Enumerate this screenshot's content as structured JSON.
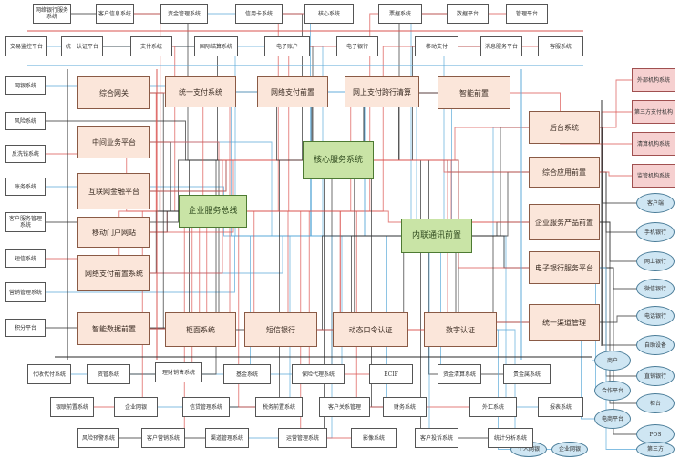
{
  "diagram": {
    "legend_colors": {
      "wire_black": "#2b2b2b",
      "wire_red": "#d9534f",
      "wire_blue": "#5aa8d8",
      "core_fill": "#fbe6da",
      "hub_fill": "#c9e4a6",
      "pink_fill": "#f6d0d0",
      "oval_fill": "#cfe6f3"
    },
    "nodes": [
      {
        "id": "t1",
        "kind": "ext",
        "label": "网络银行服务系统"
      },
      {
        "id": "t2",
        "kind": "ext",
        "label": "客户信息系统"
      },
      {
        "id": "t3",
        "kind": "ext",
        "label": "资金管理系统"
      },
      {
        "id": "t4",
        "kind": "ext",
        "label": "信用卡系统"
      },
      {
        "id": "t5",
        "kind": "ext",
        "label": "核心系统"
      },
      {
        "id": "t6",
        "kind": "ext",
        "label": "票据系统"
      },
      {
        "id": "t7",
        "kind": "ext",
        "label": "数据平台"
      },
      {
        "id": "t8",
        "kind": "ext",
        "label": "管理平台"
      },
      {
        "id": "s1",
        "kind": "ext",
        "label": "交易监控平台"
      },
      {
        "id": "s2",
        "kind": "ext",
        "label": "统一认证平台"
      },
      {
        "id": "s3",
        "kind": "ext",
        "label": "支付系统"
      },
      {
        "id": "s4",
        "kind": "ext",
        "label": "国际结算系统"
      },
      {
        "id": "s5",
        "kind": "ext",
        "label": "电子账户"
      },
      {
        "id": "s6",
        "kind": "ext",
        "label": "电子银行"
      },
      {
        "id": "s7",
        "kind": "ext",
        "label": "移动支付"
      },
      {
        "id": "s8",
        "kind": "ext",
        "label": "消息服务平台"
      },
      {
        "id": "s9",
        "kind": "ext",
        "label": "客服系统"
      },
      {
        "id": "l1",
        "kind": "ext",
        "label": "网银系统"
      },
      {
        "id": "l2",
        "kind": "ext",
        "label": "风险系统"
      },
      {
        "id": "l3",
        "kind": "ext",
        "label": "反洗钱系统"
      },
      {
        "id": "l4",
        "kind": "ext",
        "label": "账务系统"
      },
      {
        "id": "l5",
        "kind": "ext",
        "label": "客户服务管理系统"
      },
      {
        "id": "l6",
        "kind": "ext",
        "label": "短信系统"
      },
      {
        "id": "l7",
        "kind": "ext",
        "label": "营销管理系统"
      },
      {
        "id": "l8",
        "kind": "ext",
        "label": "积分平台"
      },
      {
        "id": "c1",
        "kind": "core",
        "label": "综合网关"
      },
      {
        "id": "c2",
        "kind": "core",
        "label": "中间业务平台"
      },
      {
        "id": "c3",
        "kind": "core",
        "label": "互联网金融平台"
      },
      {
        "id": "c4",
        "kind": "core",
        "label": "移动门户网站"
      },
      {
        "id": "c5",
        "kind": "core",
        "label": "网络支付前置系统"
      },
      {
        "id": "c6",
        "kind": "core",
        "label": "智能数据前置"
      },
      {
        "id": "m1",
        "kind": "core",
        "label": "统一支付系统"
      },
      {
        "id": "m2",
        "kind": "core",
        "label": "网络支付前置"
      },
      {
        "id": "m3",
        "kind": "core",
        "label": "网上支付跨行清算"
      },
      {
        "id": "m4",
        "kind": "core",
        "label": "智能前置"
      },
      {
        "id": "h1",
        "kind": "hub",
        "label": "核心服务系统"
      },
      {
        "id": "h2",
        "kind": "hub",
        "label": "企业服务总线"
      },
      {
        "id": "h3",
        "kind": "hub",
        "label": "内联通讯前置"
      },
      {
        "id": "r1",
        "kind": "core",
        "label": "后台系统"
      },
      {
        "id": "r2",
        "kind": "core",
        "label": "综合应用前置"
      },
      {
        "id": "r3",
        "kind": "core",
        "label": "企业服务产品前置"
      },
      {
        "id": "r4",
        "kind": "core",
        "label": "电子银行服务平台"
      },
      {
        "id": "r5",
        "kind": "core",
        "label": "统一渠道管理"
      },
      {
        "id": "b1",
        "kind": "core",
        "label": "柜面系统"
      },
      {
        "id": "b2",
        "kind": "core",
        "label": "短信银行"
      },
      {
        "id": "b3",
        "kind": "core",
        "label": "动态口令认证"
      },
      {
        "id": "b4",
        "kind": "core",
        "label": "数字认证"
      },
      {
        "id": "p1",
        "kind": "pink",
        "label": "外部机构系统"
      },
      {
        "id": "p2",
        "kind": "pink",
        "label": "第三方支付机构"
      },
      {
        "id": "p3",
        "kind": "pink",
        "label": "清算机构系统"
      },
      {
        "id": "p4",
        "kind": "pink",
        "label": "监管机构系统"
      },
      {
        "id": "o1",
        "kind": "oval",
        "label": "客户端"
      },
      {
        "id": "o2",
        "kind": "oval",
        "label": "手机银行"
      },
      {
        "id": "o3",
        "kind": "oval",
        "label": "网上银行"
      },
      {
        "id": "o4",
        "kind": "oval",
        "label": "微信银行"
      },
      {
        "id": "o5",
        "kind": "oval",
        "label": "电话银行"
      },
      {
        "id": "o6",
        "kind": "oval",
        "label": "自助设备"
      },
      {
        "id": "o7",
        "kind": "oval",
        "label": "直销银行"
      },
      {
        "id": "o8",
        "kind": "oval",
        "label": "柜台"
      },
      {
        "id": "o9",
        "kind": "oval",
        "label": "POS"
      },
      {
        "id": "o10",
        "kind": "oval",
        "label": "商户"
      },
      {
        "id": "o11",
        "kind": "oval",
        "label": "合作平台"
      },
      {
        "id": "o12",
        "kind": "oval",
        "label": "电商平台"
      },
      {
        "id": "o13",
        "kind": "oval",
        "label": "第三方"
      },
      {
        "id": "o14",
        "kind": "oval",
        "label": "企业网银"
      },
      {
        "id": "o15",
        "kind": "oval",
        "label": "个人网银"
      },
      {
        "id": "u1",
        "kind": "ext",
        "label": "代收代付系统"
      },
      {
        "id": "u2",
        "kind": "ext",
        "label": "资管系统"
      },
      {
        "id": "u3",
        "kind": "ext",
        "label": "理财销售系统"
      },
      {
        "id": "u4",
        "kind": "ext",
        "label": "基金系统"
      },
      {
        "id": "u5",
        "kind": "ext",
        "label": "保险代理系统"
      },
      {
        "id": "u6",
        "kind": "ext",
        "label": "ECIF"
      },
      {
        "id": "u7",
        "kind": "ext",
        "label": "资金清算系统"
      },
      {
        "id": "u8",
        "kind": "ext",
        "label": "贵金属系统"
      },
      {
        "id": "v1",
        "kind": "ext",
        "label": "银联前置系统"
      },
      {
        "id": "v2",
        "kind": "ext",
        "label": "企业网银"
      },
      {
        "id": "v3",
        "kind": "ext",
        "label": "信贷管理系统"
      },
      {
        "id": "v4",
        "kind": "ext",
        "label": "税务前置系统"
      },
      {
        "id": "v5",
        "kind": "ext",
        "label": "客户关系管理"
      },
      {
        "id": "v6",
        "kind": "ext",
        "label": "财务系统"
      },
      {
        "id": "v7",
        "kind": "ext",
        "label": "外汇系统"
      },
      {
        "id": "v8",
        "kind": "ext",
        "label": "报表系统"
      },
      {
        "id": "w1",
        "kind": "ext",
        "label": "风险预警系统"
      },
      {
        "id": "w2",
        "kind": "ext",
        "label": "客户营销系统"
      },
      {
        "id": "w3",
        "kind": "ext",
        "label": "渠道管理系统"
      },
      {
        "id": "w4",
        "kind": "ext",
        "label": "运营管理系统"
      },
      {
        "id": "w5",
        "kind": "ext",
        "label": "影像系统"
      },
      {
        "id": "w6",
        "kind": "ext",
        "label": "客户投诉系统"
      },
      {
        "id": "w7",
        "kind": "ext",
        "label": "统计分析系统"
      }
    ]
  }
}
